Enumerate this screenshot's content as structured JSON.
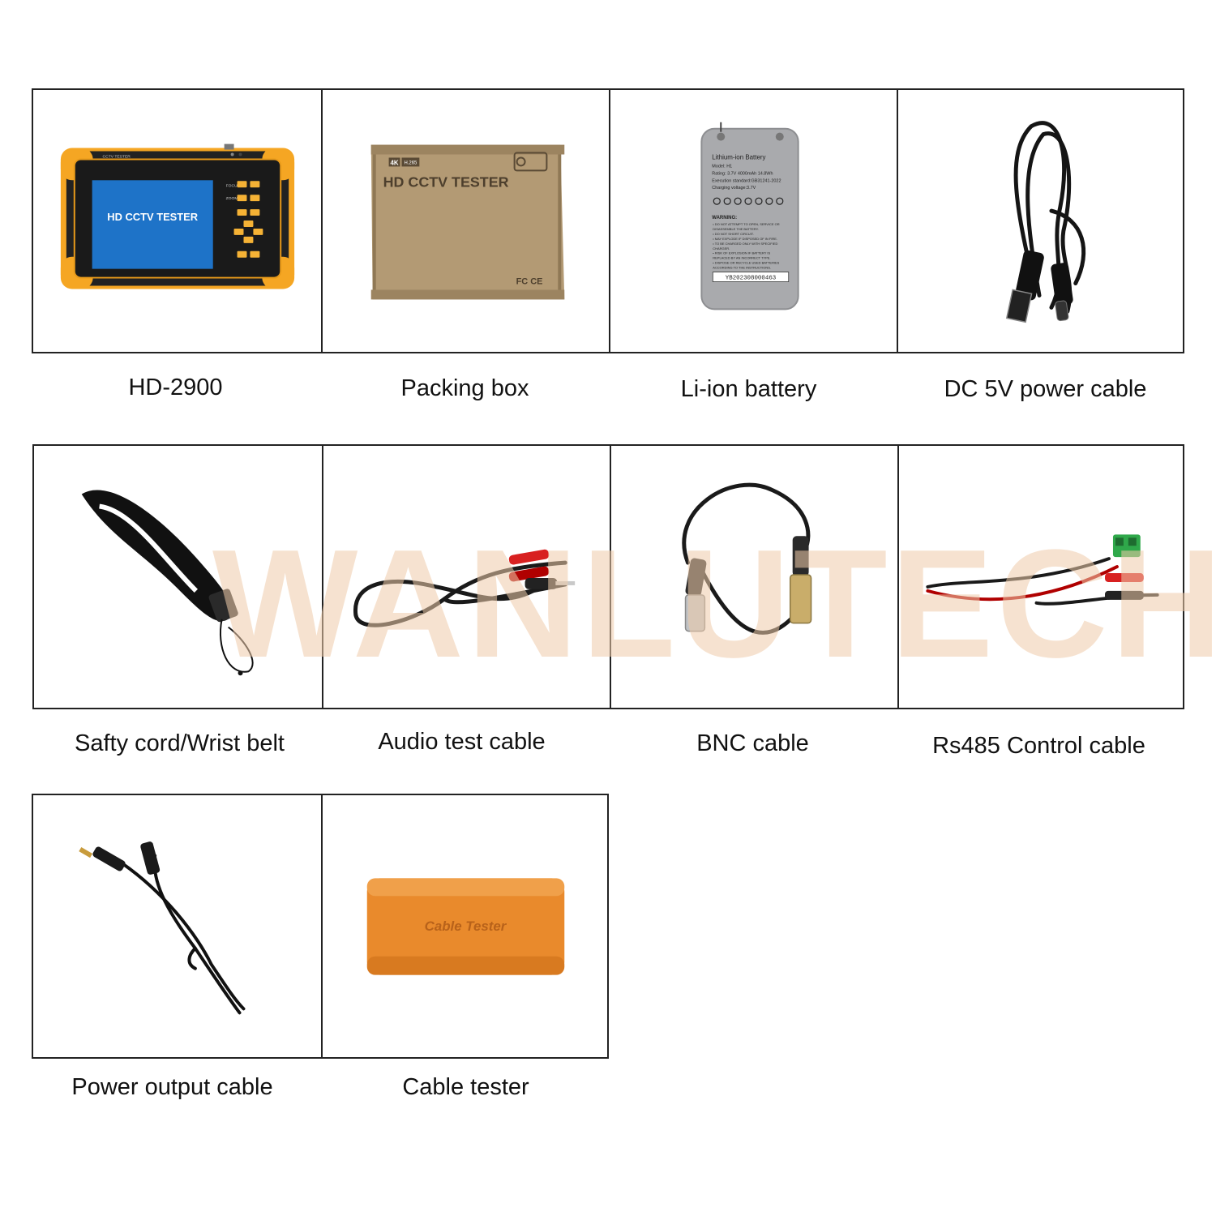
{
  "items": [
    {
      "caption": "HD-2900",
      "icon": "cctv-tester-device-icon",
      "device_title": "CCTV TESTER",
      "screen_text": "HD CCTV TESTER",
      "labels": [
        "FOCUS",
        "ZOOM"
      ]
    },
    {
      "caption": "Packing box",
      "icon": "packing-box-icon",
      "box_text": "HD CCTV TESTER",
      "badge_4k": "4K",
      "badge_codec": "H.265",
      "fcc": "FC CE"
    },
    {
      "caption": "Li-ion battery",
      "icon": "battery-icon",
      "battery_lines": [
        "Lithium-ion Battery",
        "Model: H1",
        "Rating: 3.7V 4000mAh 14.8Wh",
        "Execution standard:GB31241-2022",
        "Charging voltage:3.7V"
      ],
      "warning_title": "WARNING:",
      "warning_lines": [
        "• DO NOT ATTEMPT TO OPEN, SERVICE OR",
        "DISASSEMBLE THE BATTERY.",
        "• DO NOT SHORT CIRCUIT.",
        "• MAY EXPLODE IF DISPOSED OF IN FIRE.",
        "• TO BE CHARGED ONLY WITH SPECIFIED",
        "CHARGER.",
        "• RISK OF EXPLOSION IF BATTERY IS",
        "REPLACED BY AN INCORRECT TYPE.",
        "• DISPOSE OR RECYCLE USED BATTERIES",
        "ACCORDING TO THE INSTRUCTIONS."
      ],
      "serial": "YB202308000463"
    },
    {
      "caption": "DC 5V power cable",
      "icon": "usb-cable-icon"
    },
    {
      "caption": "Safty cord/Wrist belt",
      "icon": "wrist-strap-icon"
    },
    {
      "caption": "Audio test cable",
      "icon": "audio-cable-icon"
    },
    {
      "caption": "BNC cable",
      "icon": "bnc-cable-icon"
    },
    {
      "caption": "Rs485 Control cable",
      "icon": "rs485-cable-icon"
    },
    {
      "caption": "Power output cable",
      "icon": "dc-power-cable-icon"
    },
    {
      "caption": "Cable tester",
      "icon": "cable-tester-icon",
      "tester_text": "Cable  Tester"
    }
  ],
  "watermark": "WANLUTECH",
  "colors": {
    "frame": "#222222",
    "device_yellow": "#f5a623",
    "screen_blue": "#1e73c8",
    "box_kraft": "#b39a74",
    "battery_silver": "#a9aaad",
    "tester_orange": "#e98a2c",
    "watermark": "#f0ccaa"
  }
}
